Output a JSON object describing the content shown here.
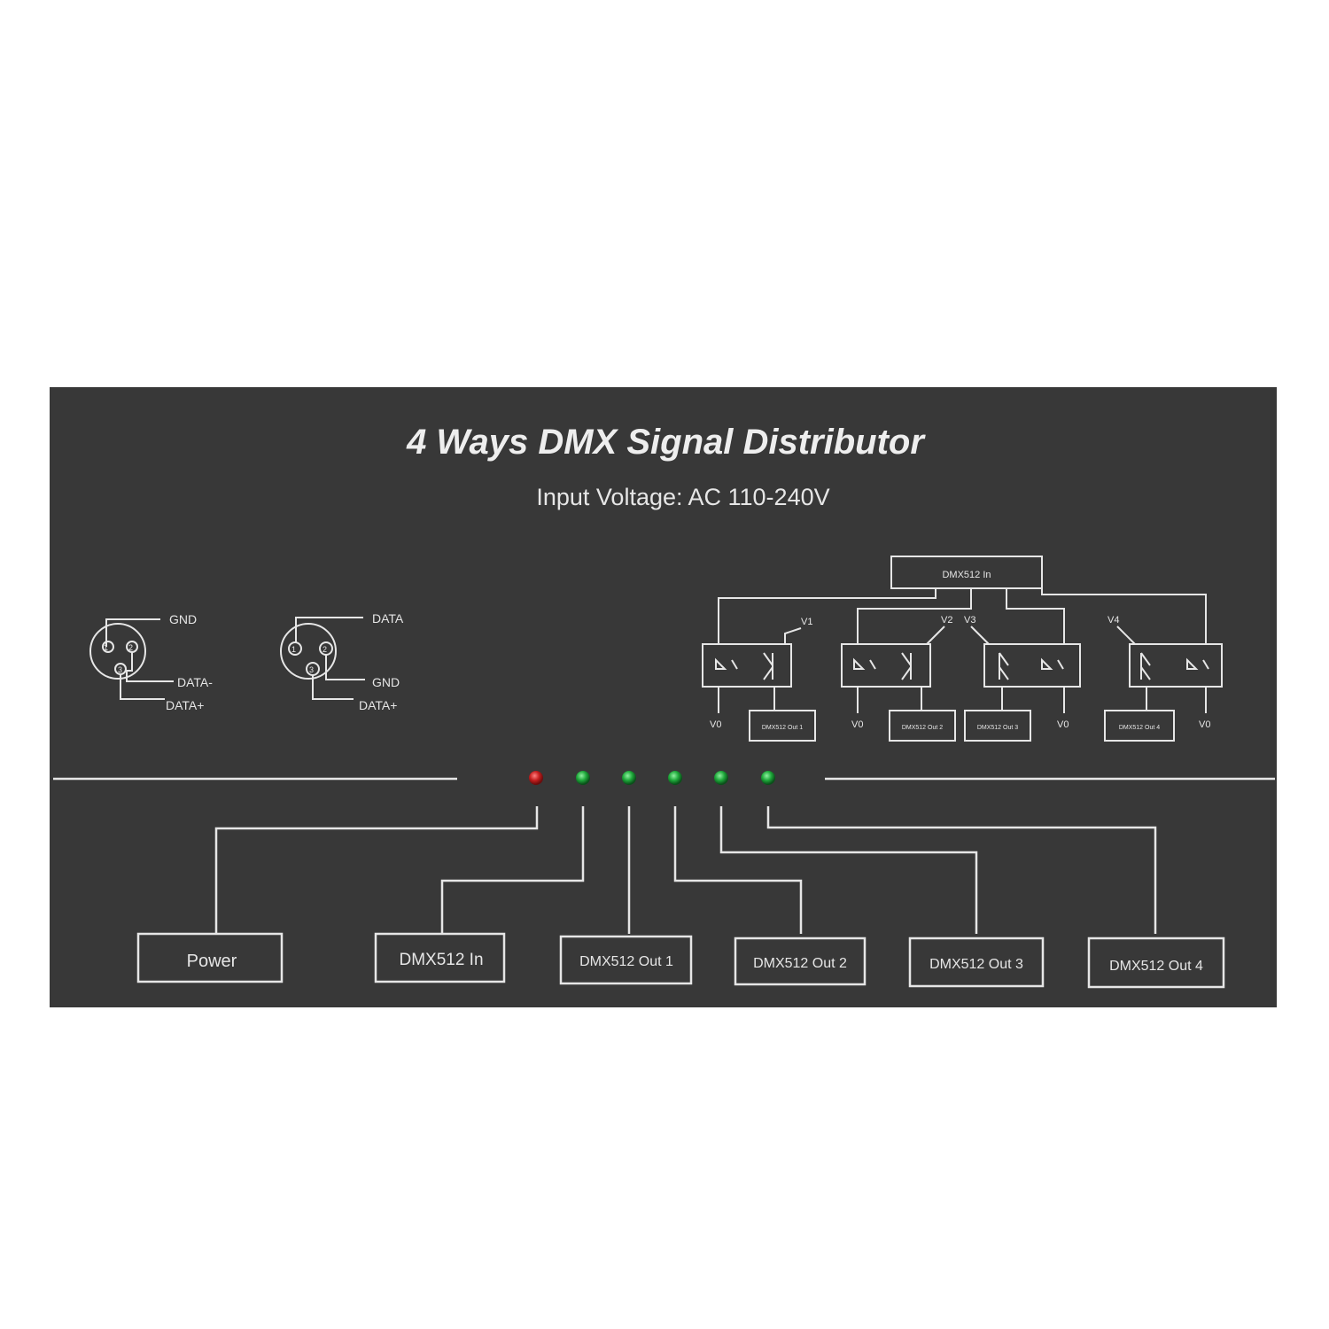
{
  "panel": {
    "title": "4 Ways DMX Signal Distributor",
    "subtitle": "Input Voltage: AC 110-240V",
    "colors": {
      "panel": "#383838",
      "ink": "#e8e8e8",
      "led_red": "#c41e1e",
      "led_green": "#1ea83a"
    }
  },
  "connector_male": {
    "pins": [
      "1",
      "2",
      "3"
    ],
    "labels": {
      "gnd": "GND",
      "data_minus": "DATA-",
      "data_plus": "DATA+"
    }
  },
  "connector_female": {
    "pins": [
      "1",
      "2",
      "3"
    ],
    "labels": {
      "data": "DATA",
      "gnd": "GND",
      "data_plus": "DATA+"
    }
  },
  "schematic": {
    "input_label": "DMX512 In",
    "rail_labels": [
      "V1",
      "V2",
      "V3",
      "V4"
    ],
    "ground_label": "V0",
    "output_labels": [
      "DMX512 Out 1",
      "DMX512 Out 2",
      "DMX512 Out 3",
      "DMX512 Out 4"
    ]
  },
  "leds": [
    {
      "id": "power",
      "color": "red"
    },
    {
      "id": "in",
      "color": "green"
    },
    {
      "id": "out1",
      "color": "green"
    },
    {
      "id": "out2",
      "color": "green"
    },
    {
      "id": "out3",
      "color": "green"
    },
    {
      "id": "out4",
      "color": "green"
    }
  ],
  "legend": [
    "Power",
    "DMX512 In",
    "DMX512 Out 1",
    "DMX512 Out 2",
    "DMX512 Out 3",
    "DMX512 Out 4"
  ]
}
